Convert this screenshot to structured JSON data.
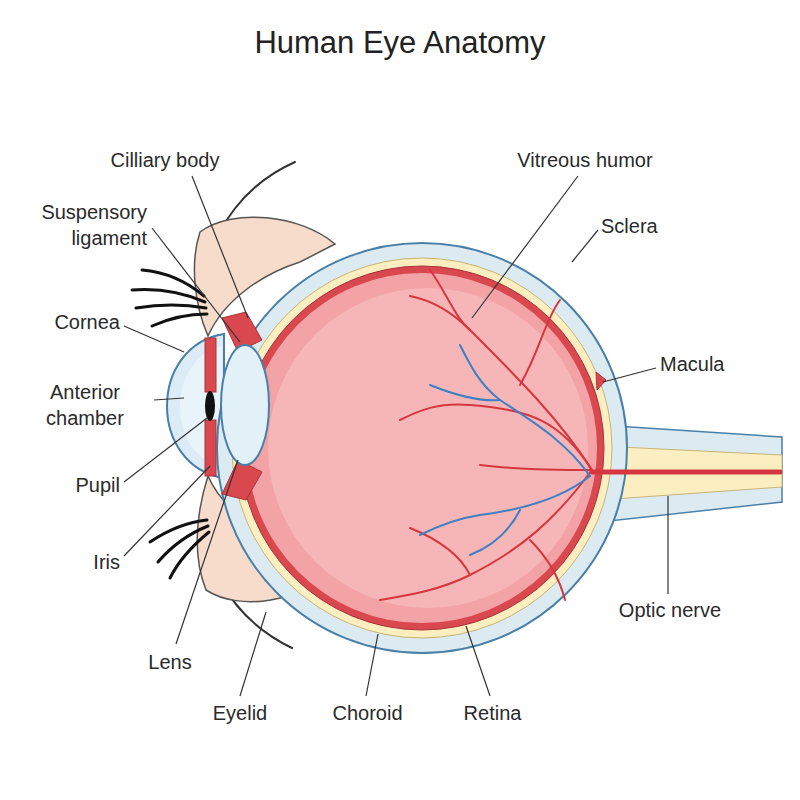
{
  "diagram": {
    "title": "Human Eye Anatomy",
    "labels": [
      "Cilliary body",
      "Suspensory ligament",
      "Cornea",
      "Anterior chamber",
      "Pupil",
      "Iris",
      "Lens",
      "Eyelid",
      "Choroid",
      "Retina",
      "Vitreous humor",
      "Sclera",
      "Macula",
      "Optic nerve"
    ]
  }
}
